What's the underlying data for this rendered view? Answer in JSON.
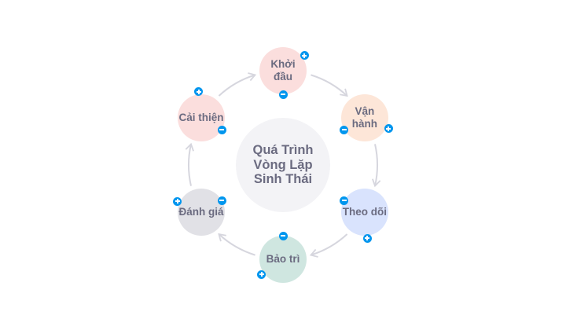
{
  "diagram": {
    "type": "cycle",
    "title": "Quá Trình\nVòng Lặp\nSinh Thái",
    "center_color": "#f3f3f6",
    "arrow_color": "#d6d6de",
    "button_color": "#0096ee",
    "text_color": "#6b6b80",
    "stages": [
      {
        "label": "Khởi\nđầu",
        "color": "#fbdedd"
      },
      {
        "label": "Vận\nhành",
        "color": "#fde6d8"
      },
      {
        "label": "Theo dõi",
        "color": "#d9e3fd"
      },
      {
        "label": "Bảo trì",
        "color": "#cfe6e0"
      },
      {
        "label": "Đánh giá",
        "color": "#e1e1e6"
      },
      {
        "label": "Cải thiện",
        "color": "#fbdedd"
      }
    ],
    "controls": {
      "add_label": "+",
      "remove_label": "−"
    }
  }
}
